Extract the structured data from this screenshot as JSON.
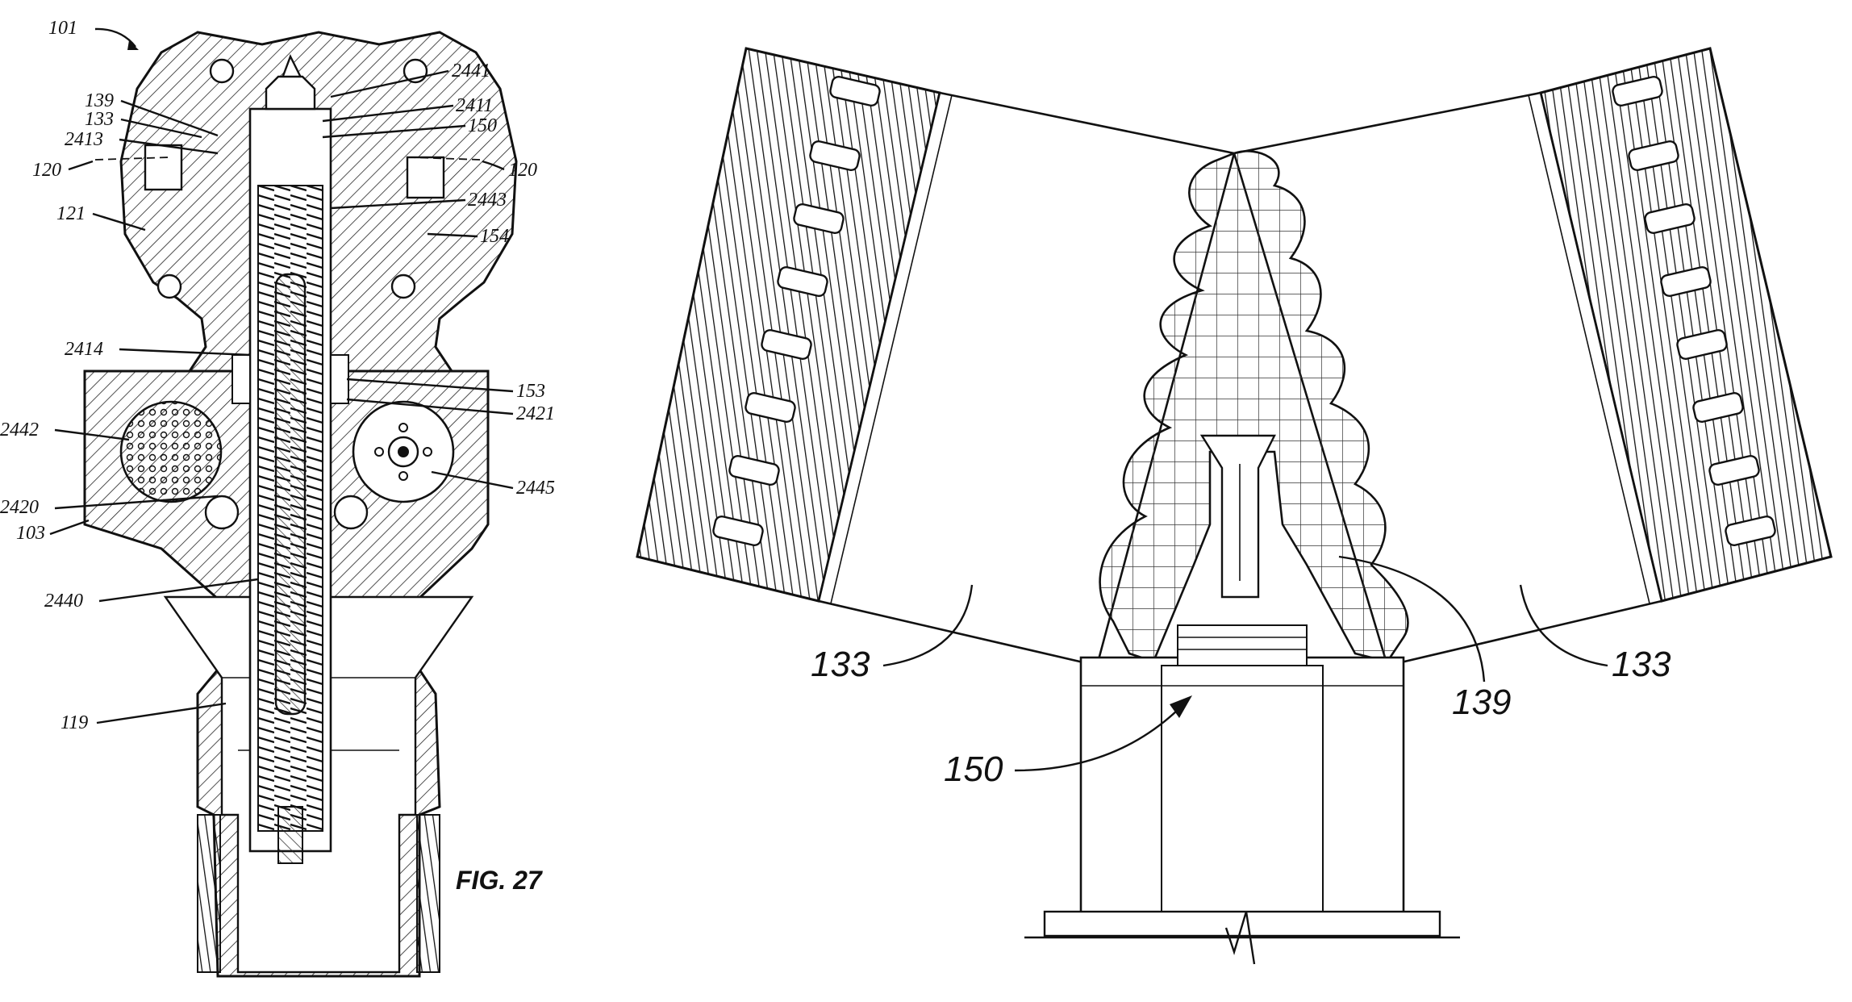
{
  "figure": {
    "caption": "FIG. 27"
  },
  "left_view": {
    "labels": {
      "l101": "101",
      "l139": "139",
      "l133": "133",
      "l2413": "2413",
      "l120a": "120",
      "l121": "121",
      "l2414": "2414",
      "l2442": "2442",
      "l2420": "2420",
      "l103": "103",
      "l2440": "2440",
      "l119": "119",
      "l2441": "2441",
      "l2411": "2411",
      "l150": "150",
      "l120b": "120",
      "l2443": "2443",
      "l154": "154",
      "l153": "153",
      "l2421": "2421",
      "l2445": "2445"
    }
  },
  "right_view": {
    "labels": {
      "l133a": "133",
      "l133b": "133",
      "l139": "139",
      "l150": "150"
    }
  }
}
